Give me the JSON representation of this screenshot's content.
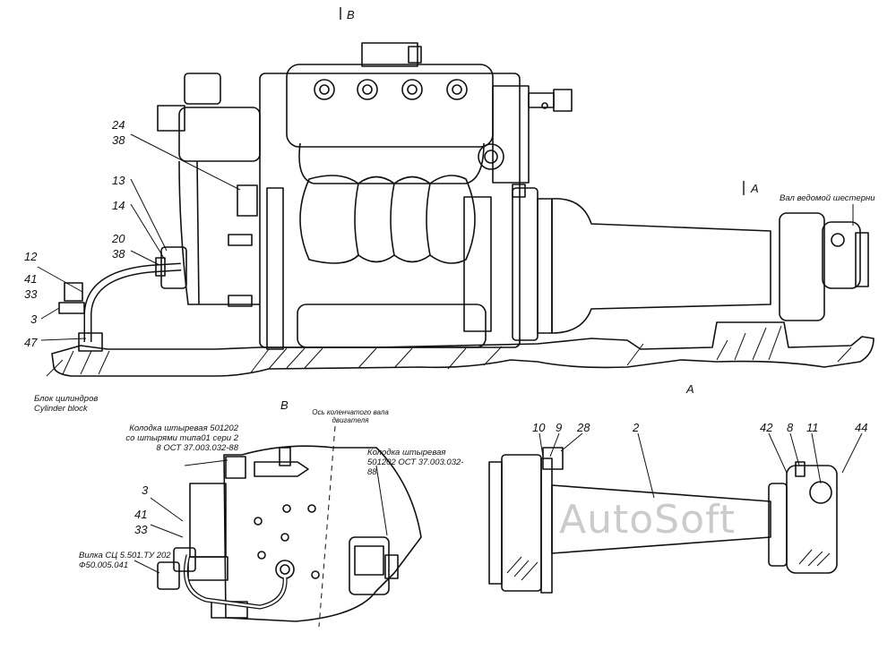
{
  "view_markers": {
    "b_top": "B",
    "a_arrow": "A",
    "a_view": "A",
    "b_view": "B"
  },
  "main_view": {
    "callouts": {
      "c24": "24",
      "c38a": "38",
      "c13": "13",
      "c14": "14",
      "c20": "20",
      "c38b": "38",
      "c12": "12",
      "c41": "41",
      "c33": "33",
      "c3": "3",
      "c47": "47"
    },
    "cylinder_block_ru": "Блок цилиндров",
    "cylinder_block_en": "Cylinder block",
    "shaft_label": "Вал ведомой шестерни"
  },
  "view_b": {
    "connector_pin": "Колодка штыревая 501202 со штырями типа01 сери 2 8 ОСТ 37.003.032-88",
    "crankshaft_axis": "Ось коленчатого вала двигателя",
    "connector_socket": "Колодка штыревая 501202 ОСТ 37.003.032-88",
    "plug_fork": "Вилка СЦ 5.501.ТУ 202 Ф50.005.041",
    "callouts": {
      "c3": "3",
      "c41": "41",
      "c33": "33"
    }
  },
  "view_a": {
    "callouts": {
      "c10": "10",
      "c9": "9",
      "c28": "28",
      "c2": "2",
      "c42": "42",
      "c8": "8",
      "c11": "11",
      "c44": "44"
    }
  },
  "watermark": "AutoSoft"
}
